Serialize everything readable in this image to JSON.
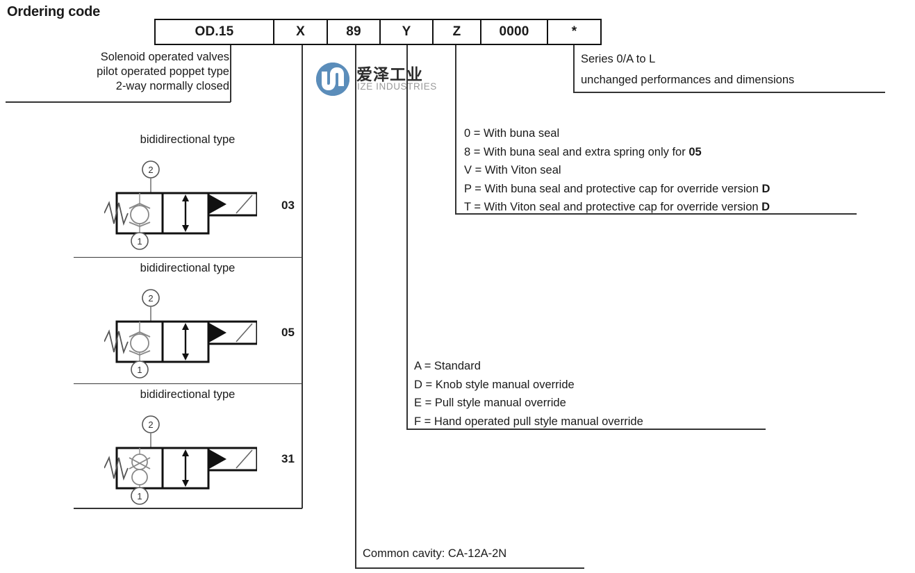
{
  "page_title": "Ordering code",
  "code_row": {
    "cells": [
      {
        "label": "OD.15",
        "width": 171
      },
      {
        "label": "X",
        "width": 77
      },
      {
        "label": "89",
        "width": 76
      },
      {
        "label": "Y",
        "width": 76
      },
      {
        "label": "Z",
        "width": 69
      },
      {
        "label": "0000",
        "width": 96
      },
      {
        "label": "*",
        "width": 75
      }
    ]
  },
  "description": {
    "line1": "Solenoid operated valves",
    "line2": "pilot operated poppet type",
    "line3": "2-way normally closed"
  },
  "series_note": {
    "line1": "Series 0/A to L",
    "line2": "unchanged performances and dimensions"
  },
  "seal_options": {
    "items": [
      {
        "code": "0",
        "text": " = With buna seal",
        "bold_tail": ""
      },
      {
        "code": "8",
        "text": " = With buna seal and extra spring only for ",
        "bold_tail": "05"
      },
      {
        "code": "V",
        "text": " = With Viton seal",
        "bold_tail": ""
      },
      {
        "code": "P",
        "text": " = With buna seal and protective cap for override version ",
        "bold_tail": "D"
      },
      {
        "code": "T",
        "text": " = With Viton seal and protective cap for override version ",
        "bold_tail": "D"
      }
    ]
  },
  "override_options": {
    "items": [
      {
        "code": "A",
        "text": " = Standard"
      },
      {
        "code": "D",
        "text": " = Knob style manual override"
      },
      {
        "code": "E",
        "text": " = Pull style manual override"
      },
      {
        "code": "F",
        "text": " = Hand operated pull style manual override"
      }
    ]
  },
  "cavity_note": "Common cavity: CA-12A-2N",
  "valves": [
    {
      "type_label": "bididirectional type",
      "code": "03",
      "symbol": "single-poppet"
    },
    {
      "type_label": "bididirectional type",
      "code": "05",
      "symbol": "single-poppet"
    },
    {
      "type_label": "bididirectional type",
      "code": "31",
      "symbol": "double-poppet"
    }
  ],
  "port_labels": {
    "upper": "2",
    "lower": "1"
  },
  "logo": {
    "cn": "爱泽工业",
    "en": "IZE INDUSTRIES",
    "color": "#5b8dba"
  },
  "colors": {
    "ink": "#1a1a1a",
    "rule": "#3a3a3a",
    "box_border": "#111111",
    "logo_blue": "#5b8dba"
  }
}
